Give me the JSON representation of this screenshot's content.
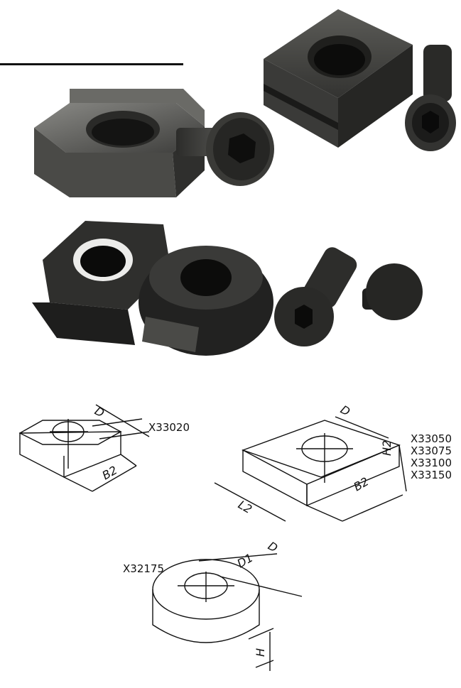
{
  "labels": {
    "x33020": "X33020",
    "x32175": "X32175",
    "codes": [
      "X33050",
      "X33075",
      "X33100",
      "X33150"
    ]
  },
  "dims": {
    "d": "D",
    "b2": "B2",
    "l2": "L2",
    "h2": "H2",
    "d1": "D1",
    "h": "H"
  }
}
